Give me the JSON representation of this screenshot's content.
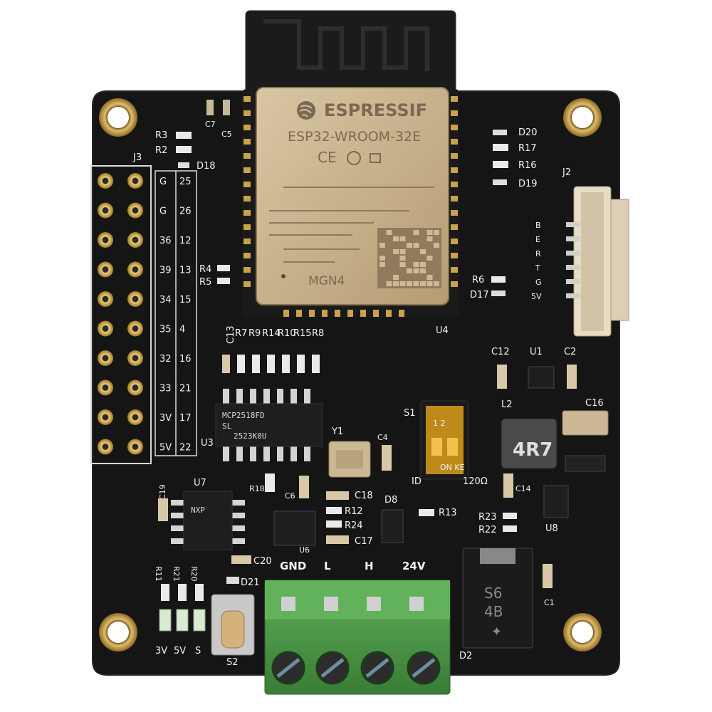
{
  "module": {
    "brand": "ESPRESSIF",
    "model": "ESP32-WROOM-32E",
    "ce": "CE",
    "variant": "MGN4",
    "label": "U4"
  },
  "can_chip": {
    "line1": "MCP2518FD",
    "line2": "SL",
    "line3": "2523K0U"
  },
  "inductor": {
    "value": "4R7"
  },
  "diode_d2": {
    "line1": "S6",
    "line2": "4B"
  },
  "j3": {
    "label": "J3",
    "pins": [
      [
        "G",
        "25"
      ],
      [
        "G",
        "26"
      ],
      [
        "36",
        "12"
      ],
      [
        "39",
        "13"
      ],
      [
        "34",
        "15"
      ],
      [
        "35",
        "4"
      ],
      [
        "32",
        "16"
      ],
      [
        "33",
        "21"
      ],
      [
        "3V",
        "17"
      ],
      [
        "5V",
        "22"
      ]
    ]
  },
  "j2": {
    "label": "J2",
    "pins": [
      "B",
      "E",
      "R",
      "T",
      "G",
      "5V"
    ]
  },
  "terminal": {
    "labels": [
      "GND",
      "L",
      "H",
      "24V"
    ]
  },
  "switch": {
    "label": "S1",
    "id": "ID",
    "ohm": "120Ω",
    "pos": "1 2",
    "on": "ON KE"
  },
  "leds": [
    "3V",
    "5V",
    "S"
  ],
  "refs": {
    "R3": "R3",
    "R2": "R2",
    "C7": "C7",
    "C5": "C5",
    "D18": "D18",
    "D20": "D20",
    "R17": "R17",
    "R16": "R16",
    "D19": "D19",
    "R4": "R4",
    "R5": "R5",
    "R6": "R6",
    "D17": "D17",
    "C13": "C13",
    "R7": "R7",
    "R9": "R9",
    "R14": "R14",
    "R10": "R10",
    "R15": "R15",
    "R8": "R8",
    "C12": "C12",
    "U1": "U1",
    "C2": "C2",
    "L2": "L2",
    "C16": "C16",
    "U3": "U3",
    "Y1": "Y1",
    "C4": "C4",
    "R18": "R18",
    "C6": "C6",
    "U7": "U7",
    "C19": "C19",
    "U6": "U6",
    "C18": "C18",
    "R12": "R12",
    "R24": "R24",
    "C17": "C17",
    "D8": "D8",
    "R13": "R13",
    "C14": "C14",
    "R23": "R23",
    "R22": "R22",
    "U8": "U8",
    "C20": "C20",
    "R11": "R11",
    "R21": "R21",
    "R20": "R20",
    "D21": "D21",
    "S2": "S2",
    "C1": "C1",
    "D2": "D2"
  },
  "colors": {
    "pcb": "#141414",
    "gold": "#c9a24e",
    "terminal": "#4c9a47",
    "shield": "#c9b391"
  }
}
